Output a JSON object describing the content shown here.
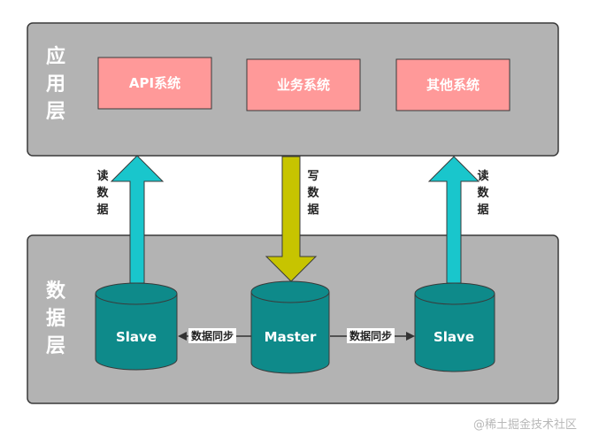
{
  "app_layer": {
    "title_chars": [
      "应",
      "用",
      "层"
    ],
    "systems": [
      "API系统",
      "业务系统",
      "其他系统"
    ]
  },
  "data_layer": {
    "title_chars": [
      "数",
      "据",
      "层"
    ],
    "nodes": [
      "Slave",
      "Master",
      "Slave"
    ]
  },
  "arrows": {
    "read_left": [
      "读",
      "数",
      "据"
    ],
    "write": [
      "写",
      "数",
      "据"
    ],
    "read_right": [
      "读",
      "数",
      "据"
    ]
  },
  "sync": {
    "left": "数据同步",
    "right": "数据同步"
  },
  "watermark": "@稀土掘金技术社区",
  "colors": {
    "layer_fill": "#b3b3b3",
    "system_fill": "#ff9999",
    "db_fill": "#0e8a8a",
    "read_arrow": "#19c6cc",
    "write_arrow": "#c7c400"
  }
}
